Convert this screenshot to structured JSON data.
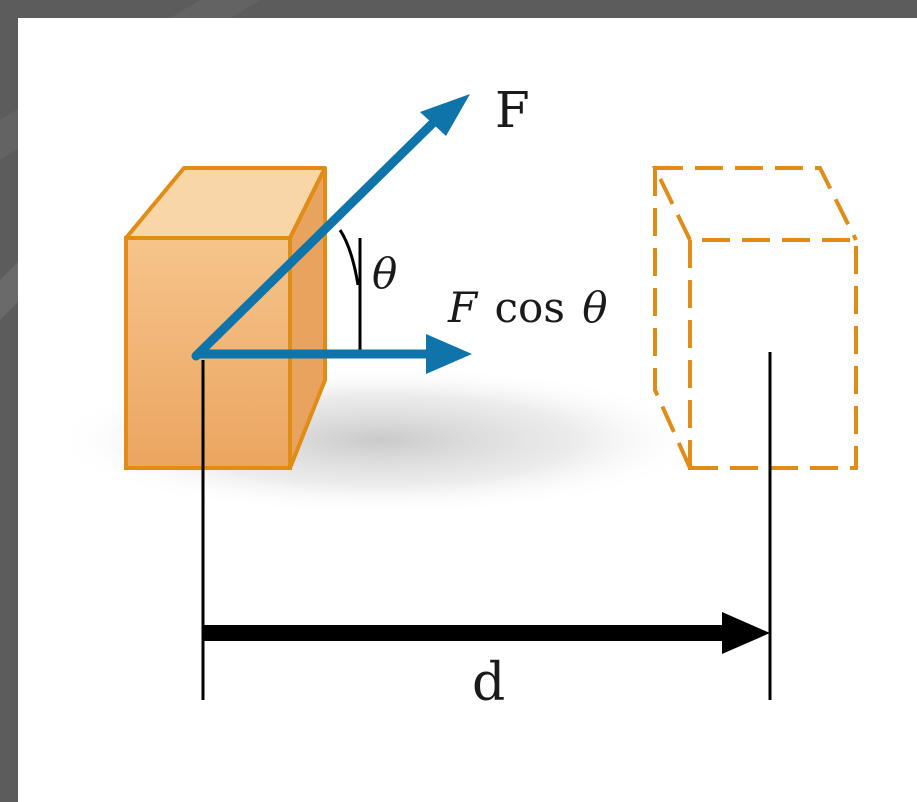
{
  "labels": {
    "force": "F",
    "angle": "θ",
    "component_f": "F",
    "component_cos": "cos",
    "component_theta": "θ",
    "displacement": "d"
  },
  "colors": {
    "frame": "#5c5c5c",
    "panel": "#ffffff",
    "box_front": "#f0b070",
    "box_top": "#f8d6a8",
    "box_side": "#e3a15c",
    "box_outline": "#e08c16",
    "ghost_outline": "#e08c16",
    "force_arrow": "#0f74aa",
    "displacement_arrow": "#000000"
  }
}
